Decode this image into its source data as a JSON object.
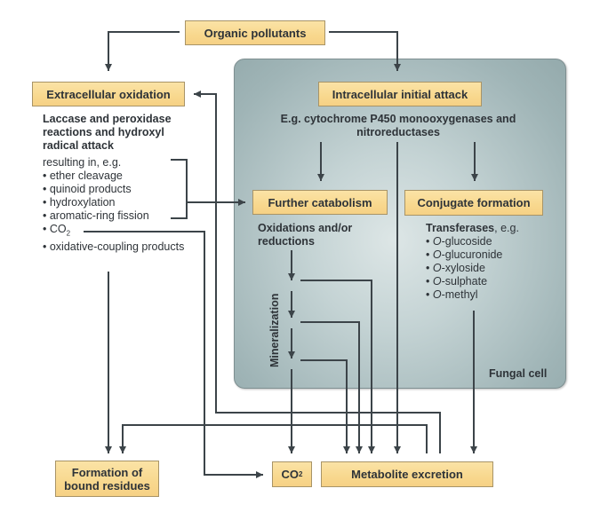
{
  "title_box": "Organic pollutants",
  "extracellular": {
    "title": "Extracellular oxidation",
    "desc": "Laccase and peroxidase reactions and hydroxyl radical attack",
    "result_intro": "resulting in, e.g.",
    "items": [
      "ether cleavage",
      "quinoid products",
      "hydroxylation",
      "aromatic-ring fission",
      "CO",
      "oxidative-coupling products"
    ],
    "co2_sub": "2"
  },
  "intracellular": {
    "title": "Intracellular initial attack",
    "desc": "E.g. cytochrome P450 monooxygenases and nitroreductases"
  },
  "further": {
    "title": "Further catabolism",
    "desc": "Oxidations and/or reductions",
    "side_label": "Mineralization"
  },
  "conjugate": {
    "title": "Conjugate formation",
    "desc_bold": "Transferases",
    "desc_rest": ", e.g.",
    "items_prefix": "O",
    "items": [
      "-glucoside",
      "-glucuronide",
      "-xyloside",
      "-sulphate",
      "-methyl"
    ]
  },
  "cell_label": "Fungal cell",
  "outputs": {
    "bound": "Formation of bound residues",
    "co2": "CO",
    "co2_sub": "2",
    "metabolite": "Metabolite excretion"
  }
}
